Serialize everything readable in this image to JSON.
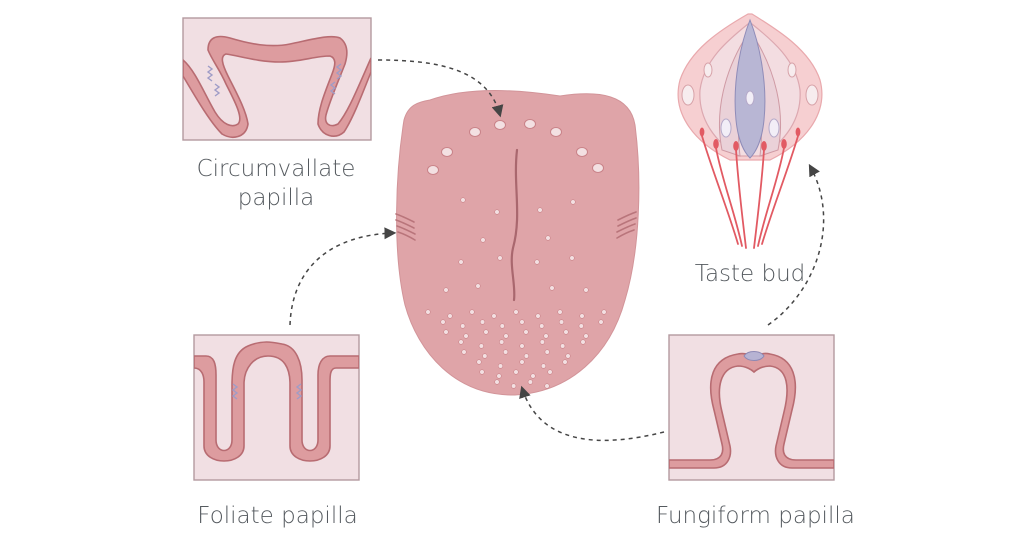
{
  "labels": {
    "circumvallate_line1": "Circumvallate",
    "circumvallate_line2": "papilla",
    "foliate": "Foliate papilla",
    "fungiform": "Fungiform papilla",
    "taste_bud": "Taste bud"
  },
  "colors": {
    "tongue": "#dfa4a8",
    "tongue_edge": "#c98389",
    "papilla_dot": "#f3e0e2",
    "box_fill": "#f1dfe3",
    "box_border": "#b39a9f",
    "tissue": "#dd9c9f",
    "tissue_edge": "#b86c72",
    "taste_pore": "#b7b3d3",
    "nerve": "#e25a63",
    "arrow": "#454545",
    "label_text": "#555a5f"
  }
}
